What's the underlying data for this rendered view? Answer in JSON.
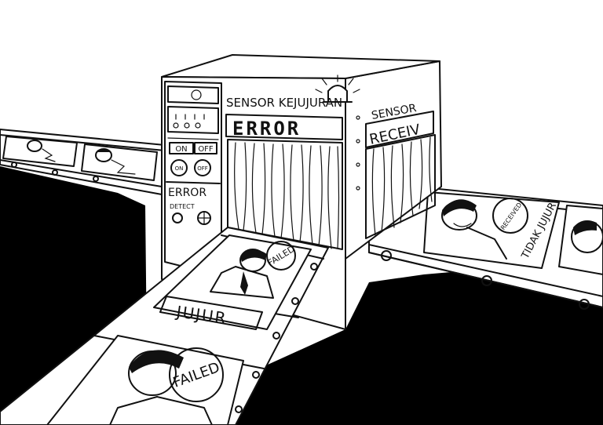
{
  "machine": {
    "title": "SENSOR KEJUJURAN",
    "screen_text": "ERROR",
    "right_title": "SENSOR",
    "right_screen_text": "RECEIV",
    "switch_on": "ON",
    "switch_off": "OFF",
    "knob_on": "ON",
    "knob_off": "OFF",
    "error_label": "ERROR",
    "detect_label": "DETECT"
  },
  "front_belt": {
    "card1_stamp": "FAILED",
    "card1_label": "JUJUR",
    "card2_stamp": "FAILED"
  },
  "right_belt": {
    "card_stamp": "RECEIVED",
    "card_label": "TIDAK JUJUR"
  },
  "colors": {
    "ink": "#111111",
    "paper": "#ffffff",
    "shadow": "#000000"
  }
}
